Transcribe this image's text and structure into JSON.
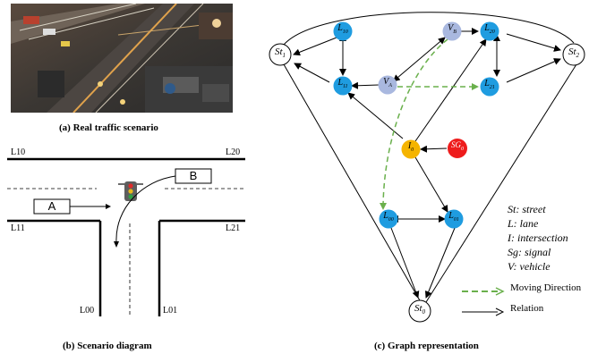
{
  "captions": {
    "a": "(a) Real traffic scenario",
    "b": "(b) Scenario diagram",
    "c": "(c) Graph representation"
  },
  "scenario": {
    "lanes": [
      "L10",
      "L20",
      "L11",
      "L21",
      "L00",
      "L01"
    ],
    "vehicles": [
      "A",
      "B"
    ]
  },
  "graph": {
    "nodes": {
      "st1": {
        "base": "St",
        "sub": "1"
      },
      "st2": {
        "base": "St",
        "sub": "2"
      },
      "st0": {
        "base": "St",
        "sub": "0"
      },
      "l10": {
        "base": "L",
        "sub": "10"
      },
      "l11": {
        "base": "L",
        "sub": "11"
      },
      "l20": {
        "base": "L",
        "sub": "20"
      },
      "l21": {
        "base": "L",
        "sub": "21"
      },
      "l00": {
        "base": "L",
        "sub": "00"
      },
      "l01": {
        "base": "L",
        "sub": "01"
      },
      "va": {
        "base": "V",
        "sub": "A"
      },
      "vb": {
        "base": "V",
        "sub": "B"
      },
      "i0": {
        "base": "I",
        "sub": "0"
      },
      "sg0": {
        "base": "SG",
        "sub": "0"
      }
    },
    "colors": {
      "lane": "#1f9ce0",
      "vehicle": "#a9b8df",
      "intersection": "#f5b400",
      "signal": "#ee1c1c",
      "moving": "#6ab04c"
    }
  },
  "legend": {
    "definitions": [
      "St: street",
      "L: lane",
      "I: intersection",
      "Sg: signal",
      "V: vehicle"
    ],
    "moving": "Moving Direction",
    "relation": "Relation"
  }
}
